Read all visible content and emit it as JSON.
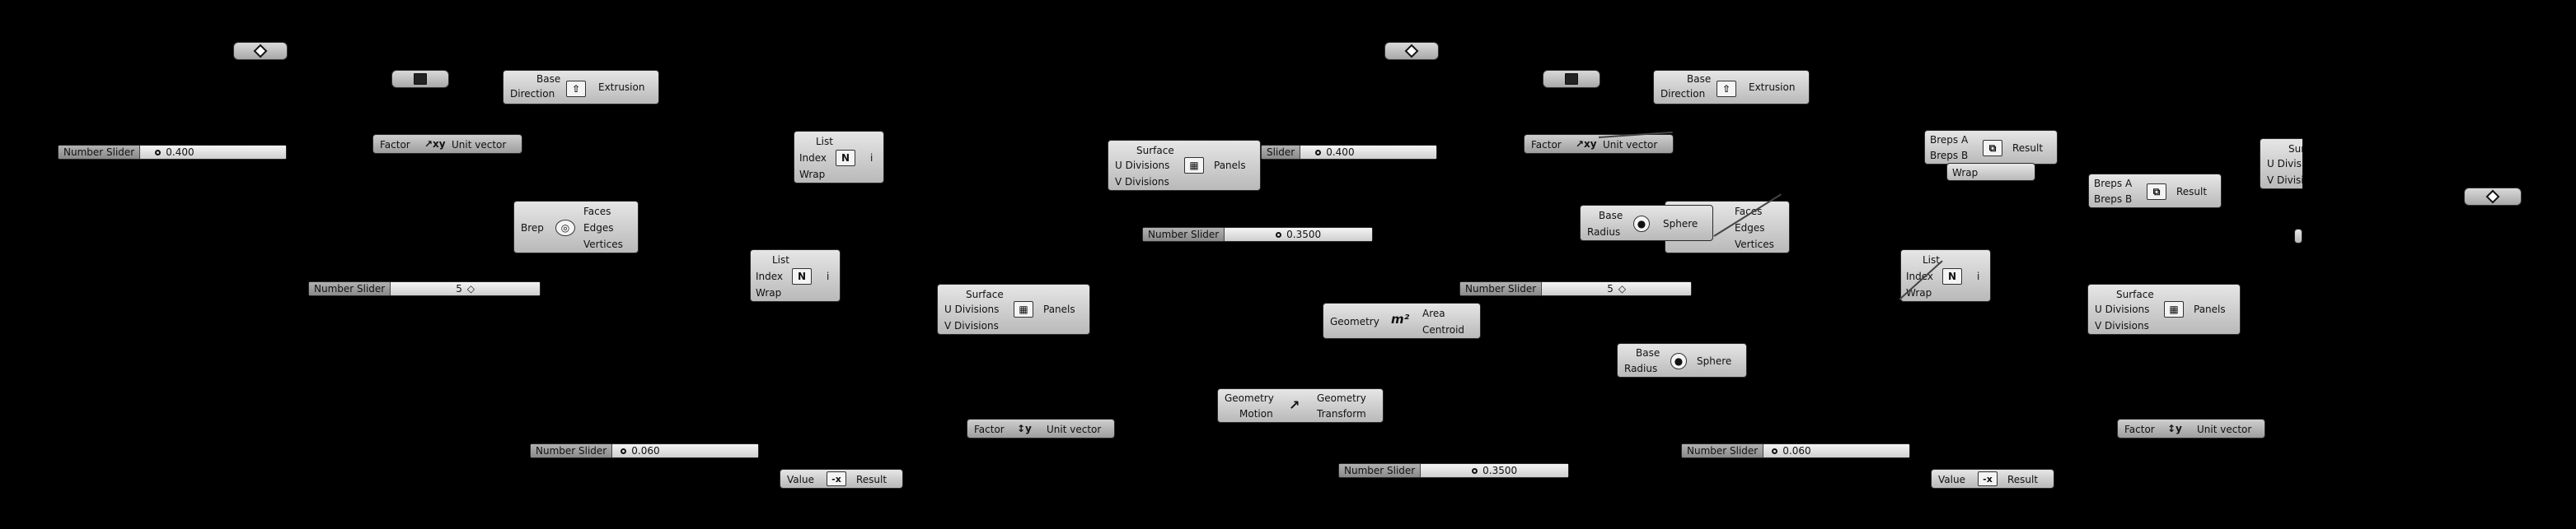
{
  "colors": {
    "background": "#000000",
    "component_fill": "#cfcfcf",
    "slider_track": "#e8e8e8"
  },
  "labels": {
    "base": "Base",
    "direction": "Direction",
    "extrusion": "Extrusion",
    "factor": "Factor",
    "unit_vector": "Unit vector",
    "number_slider": "Number Slider",
    "list": "List",
    "index": "Index",
    "wrap": "Wrap",
    "i": "i",
    "brep": "Brep",
    "faces": "Faces",
    "edges": "Edges",
    "vertices": "Vertices",
    "surface": "Surface",
    "u_div": "U Divisions",
    "v_div": "V Divisions",
    "panels": "Panels",
    "geometry": "Geometry",
    "area": "Area",
    "centroid": "Centroid",
    "motion": "Motion",
    "transform": "Transform",
    "value": "Value",
    "result": "Result",
    "radius": "Radius",
    "sphere": "Sphere",
    "breps_a": "Breps A",
    "breps_b": "Breps B",
    "slider_short": "Slider"
  },
  "sliders": {
    "s_0400": "0.400",
    "s_5": "5",
    "s_0060": "0.060",
    "s_03500": "0.3500"
  },
  "icons": {
    "extrude": "extrusion-icon",
    "unit": "unit-vector-icon",
    "list": "list-item-icon",
    "deconstruct": "deconstruct-brep-icon",
    "divide": "divide-surface-icon",
    "area": "area-icon",
    "move": "move-icon",
    "negate": "negate-icon",
    "sphere": "sphere-icon",
    "boolean": "boolean-icon"
  },
  "glyphs": {
    "area": "m²",
    "unit_y": "↕y",
    "unit_xy": "↗xy",
    "negate": "-x",
    "list": "N",
    "move": "↗"
  }
}
